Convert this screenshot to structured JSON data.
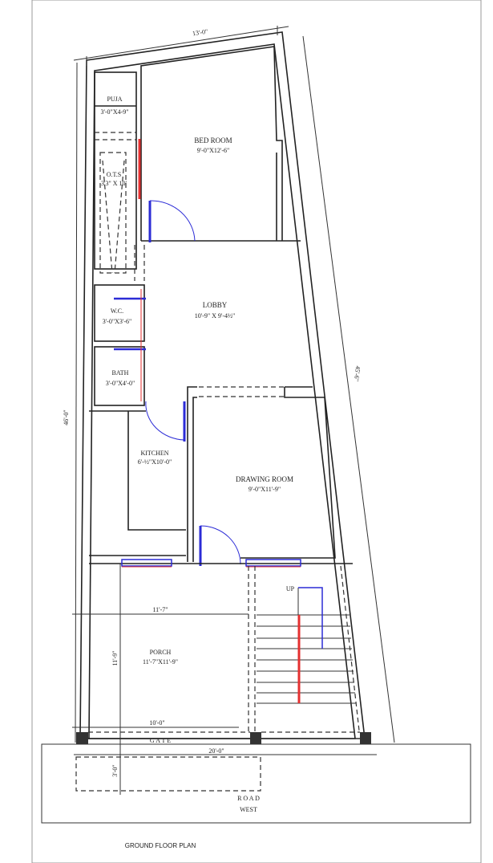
{
  "title": "GROUND FLOOR PLAN",
  "colors": {
    "window": "#e53030",
    "door": "#2b2bd6",
    "wall": "#222222"
  },
  "dimensions": {
    "top": "13'-0\"",
    "left": "46'-0\"",
    "right": "45'-6\"",
    "porch_width": "11'-7\"",
    "porch_depth": "11'-9\"",
    "gate_width": "10'-0\"",
    "front_width": "20'-0\"",
    "road_offset": "3'-0\""
  },
  "rooms": {
    "puja": {
      "name": "PUJA",
      "size": "3'-0\"X4-9\""
    },
    "ots": {
      "name": "O.T.S",
      "size": "3'3\" X 10'"
    },
    "bedroom": {
      "name": "BED ROOM",
      "size": "9'-0\"X12'-6\""
    },
    "lobby": {
      "name": "LOBBY",
      "size": "10'-9\" X 9'-4½\""
    },
    "wc": {
      "name": "W.C.",
      "size": "3'-0\"X3'-6\""
    },
    "bath": {
      "name": "BATH",
      "size": "3'-0\"X4'-0\""
    },
    "kitchen": {
      "name": "KITCHEN",
      "size": "6'-½\"X10'-0\""
    },
    "drawing": {
      "name": "DRAWING ROOM",
      "size": "9'-0\"X11'-9\""
    },
    "porch": {
      "name": "PORCH",
      "size": "11'-7\"X11'-9\""
    }
  },
  "labels": {
    "up": "UP",
    "gate": "G A T E",
    "road": "R O A D",
    "west": "WEST"
  }
}
